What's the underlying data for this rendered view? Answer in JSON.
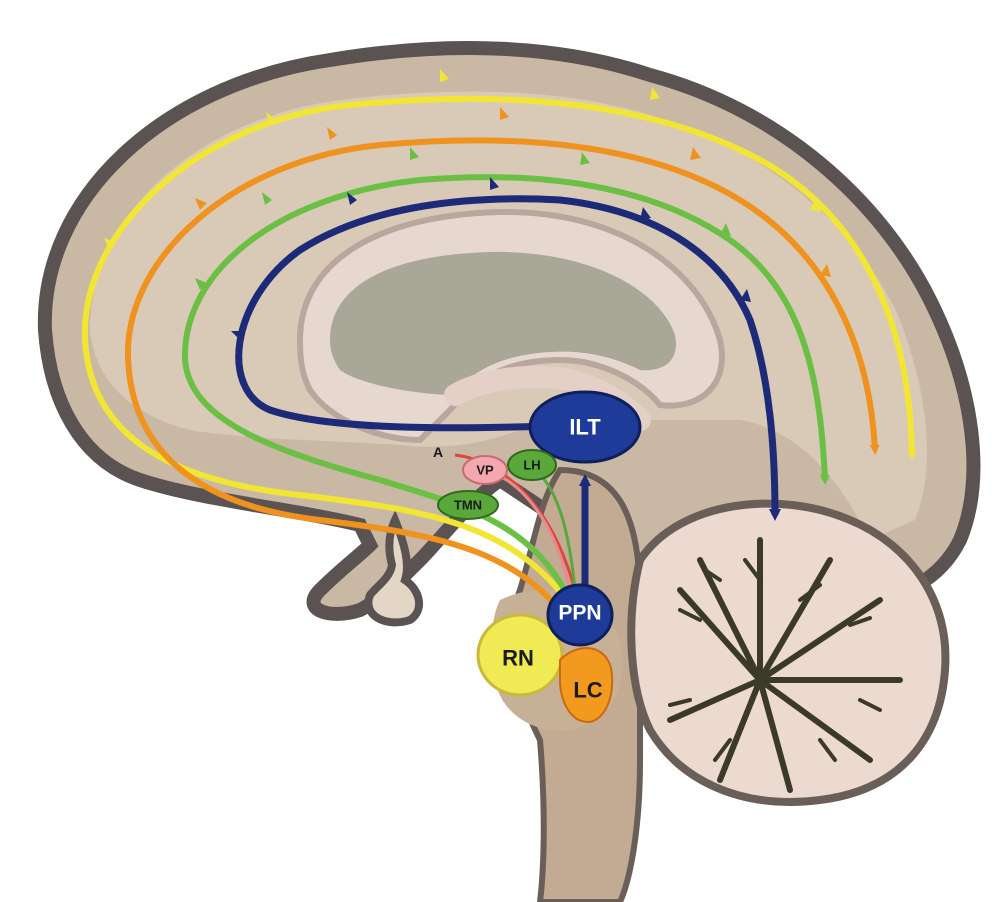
{
  "labels": {
    "ilt": "ILT",
    "a": "A",
    "vp": "VP",
    "lh": "LH",
    "tmn": "TMN",
    "ppn": "PPN",
    "rn": "RN",
    "lc": "LC"
  },
  "pathway_colors": {
    "yellow": "#f2e634",
    "orange": "#f0921e",
    "green": "#6cbf45",
    "blue": "#1c2a78",
    "red": "#d9473f",
    "pink": "#e88a8a"
  },
  "nucleus_colors": {
    "ilt": "#1f3b9a",
    "ppn": "#1f3b9a",
    "lh": "#5aa83a",
    "tmn": "#5aa83a",
    "vp": "#f2a8ae",
    "rn": "#f0ea55",
    "lc": "#f29a1e"
  }
}
